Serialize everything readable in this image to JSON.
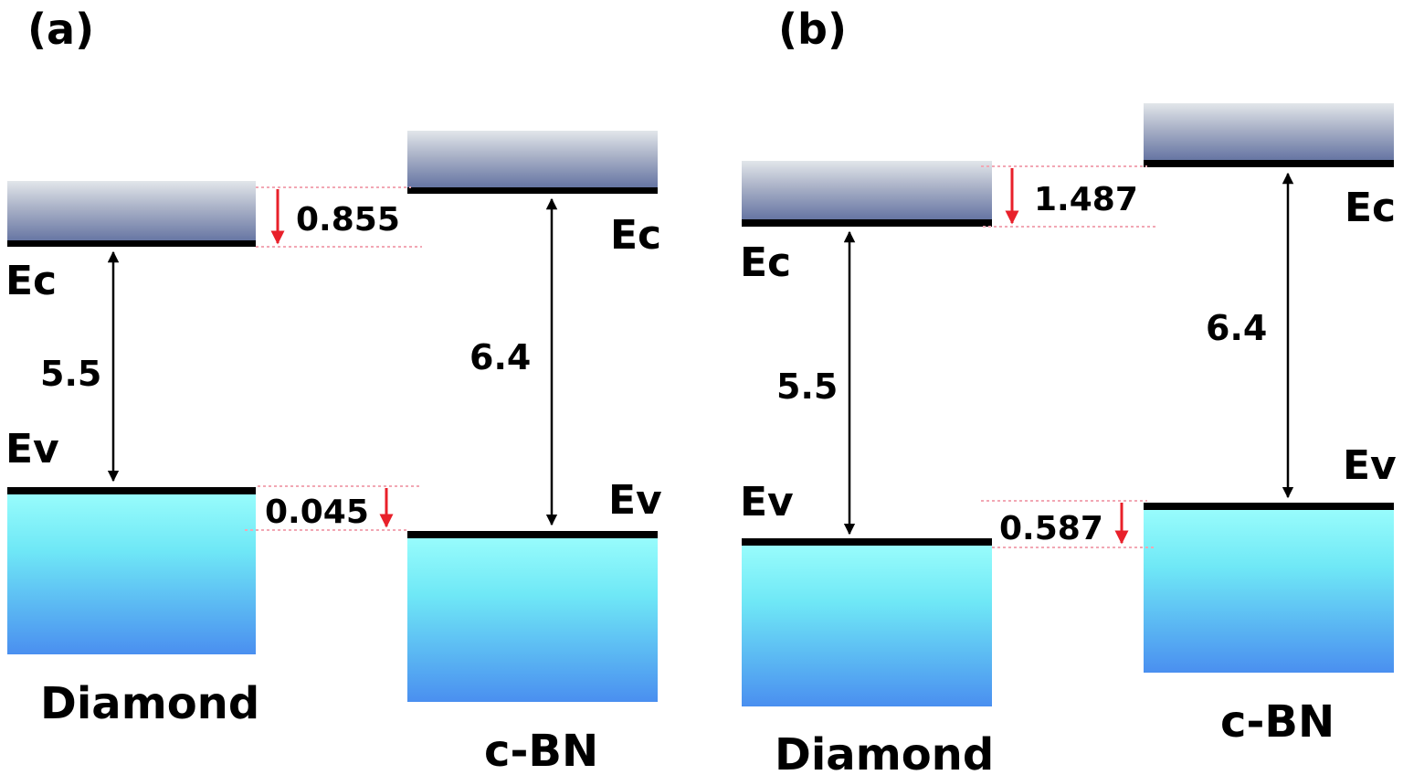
{
  "colors": {
    "conduction_band_top": "#d6dbe2",
    "conduction_band_mid": "#9aa3bd",
    "conduction_band_bottom": "#6f7ca6",
    "valence_band_top": "#8cfbfb",
    "valence_band_bottom": "#4a8ff0",
    "offset_arrow": "#e8202a",
    "guide_line": "#f2a7b4",
    "edge_line": "#000000"
  },
  "panel_a": {
    "label": "(a)",
    "diamond": {
      "name": "Diamond",
      "ec_label": "Ec",
      "ev_label": "Ev",
      "gap_value": "5.5"
    },
    "cbn": {
      "name": "c-BN",
      "ec_label": "Ec",
      "ev_label": "Ev",
      "gap_value": "6.4"
    },
    "cb_offset": "0.855",
    "vb_offset": "0.045"
  },
  "panel_b": {
    "label": "(b)",
    "diamond": {
      "name": "Diamond",
      "ec_label": "Ec",
      "ev_label": "Ev",
      "gap_value": "5.5"
    },
    "cbn": {
      "name": "c-BN",
      "ec_label": "Ec",
      "ev_label": "Ev",
      "gap_value": "6.4"
    },
    "cb_offset": "1.487",
    "vb_offset": "0.587"
  }
}
